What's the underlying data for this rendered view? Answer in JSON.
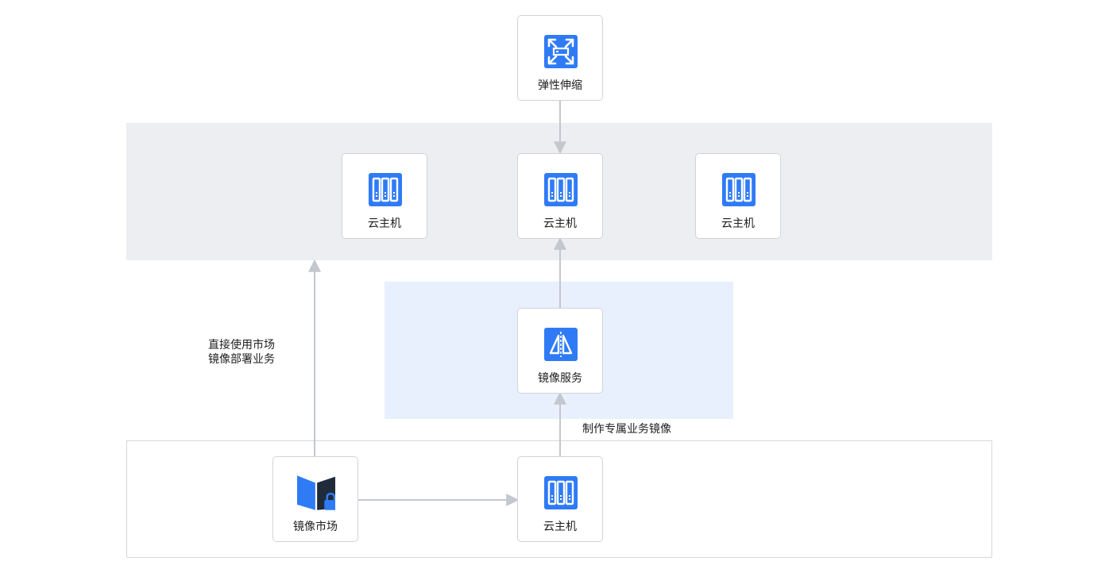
{
  "colors": {
    "icon_blue": "#2f7bf6",
    "connector": "#c3c7ce",
    "cvm_region_bg": "#eceef2",
    "image_region_bg": "#e8f0fd",
    "node_border": "#d0d3d9"
  },
  "nodes": {
    "auto_scaling": {
      "label": "弹性伸缩",
      "icon": "auto-scaling-icon"
    },
    "cvm_left": {
      "label": "云主机",
      "icon": "server-icon"
    },
    "cvm_center": {
      "label": "云主机",
      "icon": "server-icon"
    },
    "cvm_right": {
      "label": "云主机",
      "icon": "server-icon"
    },
    "image_service": {
      "label": "镜像服务",
      "icon": "image-service-icon"
    },
    "image_market": {
      "label": "镜像市场",
      "icon": "image-market-icon"
    },
    "cvm_bottom": {
      "label": "云主机",
      "icon": "server-icon"
    }
  },
  "annotations": {
    "direct_use_line1": "直接使用市场",
    "direct_use_line2": "镜像部署业务",
    "custom_image": "制作专属业务镜像"
  }
}
